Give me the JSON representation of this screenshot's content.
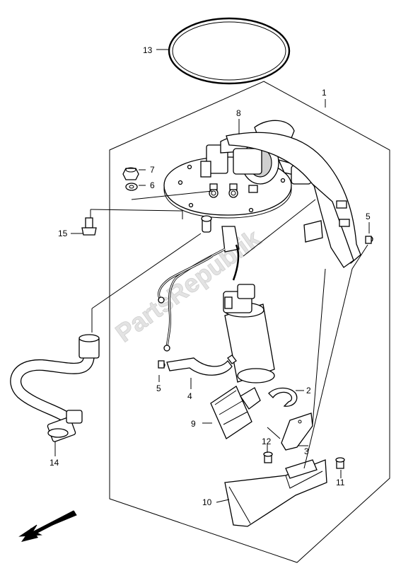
{
  "watermark": "PartsRepublik",
  "callouts": {
    "c1": "1",
    "c2": "2",
    "c3": "3",
    "c4": "4",
    "c5a": "5",
    "c5b": "5",
    "c6": "6",
    "c7": "7",
    "c8": "8",
    "c9": "9",
    "c10": "10",
    "c11": "11",
    "c12": "12",
    "c13": "13",
    "c14": "14",
    "c15": "15"
  },
  "icons": {
    "direction_arrow": "front-arrow-icon"
  }
}
